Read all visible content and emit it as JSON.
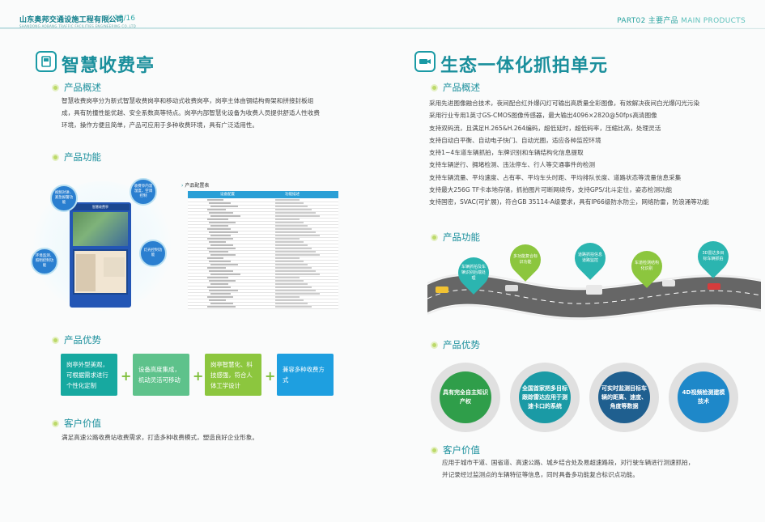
{
  "header": {
    "company": "山东奥邦交通设施工程有限公司",
    "company_en": "SHANDONG AOBANG TRAFFIC FACILITIES ENGINEERING CO.,LTD",
    "page": "15/16",
    "part_label": "PART02 主要产品",
    "part_en": "MAIN PRODUCTS"
  },
  "left": {
    "title": "智慧收费亭",
    "overview_title": "产品概述",
    "overview_lines": [
      "智慧收费岗亭分为新式智慧收费岗亭和移动式收费岗亭，岗亭主体由钢结构骨架和拼接封板组",
      "成，具有防撞性能优越、安全系数高等特点。岗亭内部智慧化设备为收费人员提供舒适人性收费",
      "环境，操作方便且简单，产品可应用于多种收费环境，具有广泛适用性。"
    ],
    "function_title": "产品功能",
    "booth_bubbles": [
      "视频对讲、紧急报警功能",
      "收费亭内温湿度、空调控制",
      "灯光控制功能",
      "环境监测、照明控制功能"
    ],
    "booth_sign": "智慧收费亭",
    "table_title": "产品配置表",
    "table_headers": [
      "设备配置",
      "功能描述"
    ],
    "advantages_title": "产品优势",
    "advantages": [
      "岗亭外型美观，可根据需求进行个性化定制",
      "设备高度集成，机动灵活可移动",
      "岗亭智慧化、科技感强，符合人体工学设计",
      "兼容多种收费方式"
    ],
    "value_title": "客户价值",
    "value_text": "满足高速公路收费站收费需求，打造多种收费模式，塑造良好企业形象。"
  },
  "right": {
    "title": "生态一体化抓拍单元",
    "overview_title": "产品概述",
    "spec_lines": [
      "采用先进图像融合技术，夜间配合红外爆闪灯可输出高质量全彩图像，有效解决夜间白光爆闪光污染",
      "采用行业专用1英寸GS-CMOS图像传感器，最大输出4096×2820@50fps高清图像",
      "支持双码流，且满足H.265&H.264编码，超低延时，超低码率，压缩比高，处理灵活",
      "支持自动白平衡、自动电子快门、自动光圈，适应各种监控环境",
      "支持1~4车道车辆抓拍，车牌识别和车辆结构化信息提取",
      "支持车辆逆行、拥堵检测、违法停车、行人等交通事件的检测",
      "支持车辆流量、平均速度、占有率、平均车头时距、平均排队长度、道路状态等流量信息采集",
      "支持最大256G TF卡本地存储，抓拍图片可断网续传，支持GPS/北斗定位，姿态检测功能",
      "支持国密，SVAC(可扩展)，符合GB 35114-A级要求，具有IP66级防水防尘，网络防雷，防浪涌等功能"
    ],
    "function_title": "产品功能",
    "pins": [
      "车辆抓拍及车辆识别后端处理",
      "多功能复合标识功能",
      "道路抓拍信息道路监控",
      "车道检测结构化识别",
      "3D雷达多目标车辆抓拍"
    ],
    "advantages_title": "产品优势",
    "circles": [
      "具有完全自主知识产权",
      "全国首家把多目标跟踪雷达应用于测速卡口的系统",
      "可实时监测目标车辆的距离、速度、角度等数据",
      "4D视频检测建模技术"
    ],
    "value_title": "客户价值",
    "value_lines": [
      "应用于城市干道、国省道、高速公路、城乡结合处及易超速路段，对行驶车辆进行测速抓拍，",
      "并记录经过监测点的车辆特征等信息，同时具备多功能复合标识点功能。"
    ]
  },
  "colors": {
    "teal": "#1a8f9c",
    "adv1": "#17a9a0",
    "adv2": "#5ec28b",
    "adv3": "#8cc63e",
    "adv4": "#1e9fe0",
    "circ1": "#2f9e4a",
    "circ2": "#1a9aa5",
    "circ3": "#1f5f8f",
    "circ4": "#1e88c9"
  }
}
